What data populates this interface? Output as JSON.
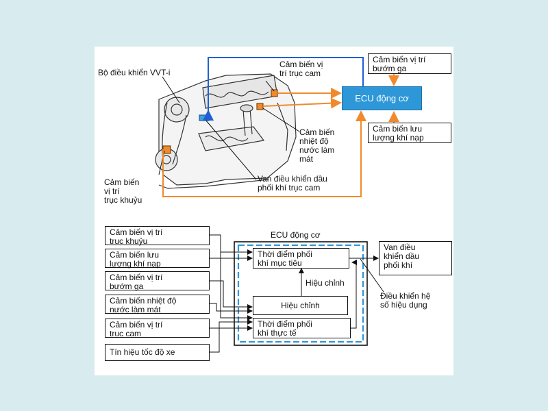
{
  "colors": {
    "orange": "#f08a2c",
    "blue": "#1f5fd6",
    "ecu_fill": "#2d97d8",
    "background": "#d8ecf0"
  },
  "top": {
    "vvt_controller": "Bộ điều khiển VVT-i",
    "cam_sensor": "Cảm biến vị\ntrí trục cam",
    "throttle_sensor": "Cảm biến vị trí\nbướm ga",
    "ecu": "ECU động cơ",
    "airflow_sensor": "Cảm biến lưu\nlượng khí nạp",
    "coolant_sensor": "Cảm biến\nnhiệt độ\nnước làm\nmát",
    "ocv": "Van điều khiển dầu\nphối khí trục cam",
    "crank_sensor": "Cảm biến\nvị trí\ntrục khuỷu"
  },
  "bottom": {
    "ecu_title": "ECU động cơ",
    "inputs": [
      "Cảm biến vị trí\ntrục khuỷu",
      "Cảm biến lưu\nlượng khí nạp",
      "Cảm biến vị trí\nbướm ga",
      "Cảm biến nhiệt độ\nnước làm mát",
      "Cảm biến vị trí\ntrục cam",
      "Tín hiệu tốc độ xe"
    ],
    "target_timing": "Thời điểm phối\nkhí mục tiêu",
    "correction_block": "Hiệu chỉnh",
    "correction_label": "Hiệu chỉnh",
    "actual_timing": "Thời điểm phối\nkhí thực tế",
    "output": "Van điều\nkhiển dầu\nphối khí",
    "duty_control": "Điều khiển hệ\nsố hiệu dụng"
  }
}
